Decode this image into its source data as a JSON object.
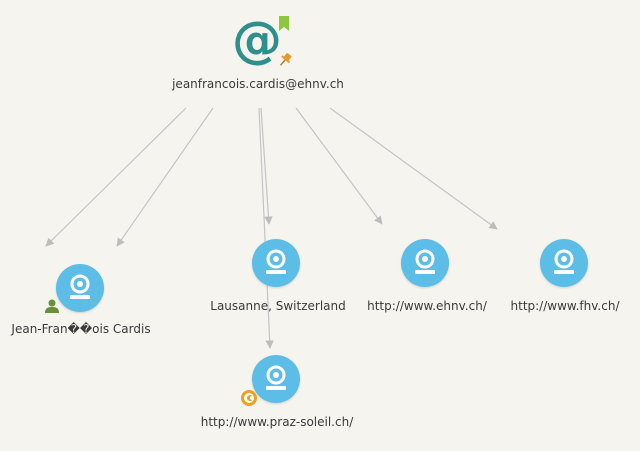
{
  "graph": {
    "root": {
      "label": "jeanfrancois.cardis@ehnv.ch",
      "icon": "email-at-icon",
      "color": "#2e8f8d",
      "badges": [
        "bookmark-icon",
        "pin-icon"
      ]
    },
    "nodes": [
      {
        "label": "Jean-Fran��ois Cardis",
        "icon": "person-entity-icon",
        "badge": "person-badge-icon"
      },
      {
        "label": "Lausanne, Switzerland",
        "icon": "location-entity-icon"
      },
      {
        "label": "http://www.ehnv.ch/",
        "icon": "website-entity-icon"
      },
      {
        "label": "http://www.fhv.ch/",
        "icon": "website-entity-icon"
      },
      {
        "label": "http://www.praz-soleil.ch/",
        "icon": "website-entity-icon",
        "badge": "cookie-badge-icon"
      }
    ],
    "colors": {
      "node": "#5cbde6",
      "edge": "#bdbdbd",
      "person_badge": "#6a8f3a",
      "cookie_badge": "#f0a020"
    }
  }
}
